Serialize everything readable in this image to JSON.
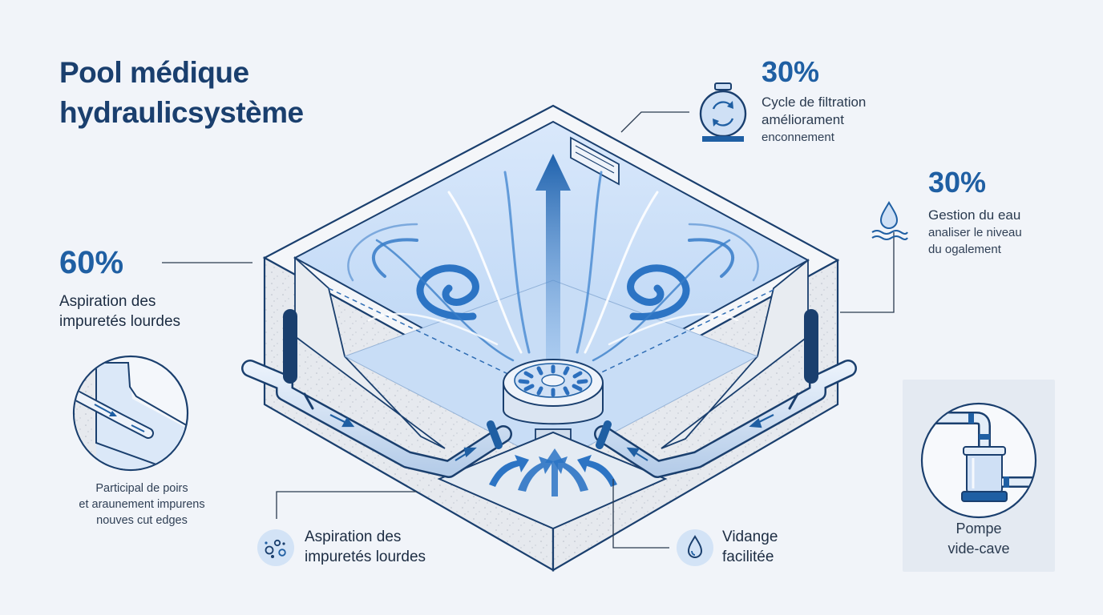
{
  "title": {
    "line1": "Pool médique",
    "line2": "hydraulicsystème"
  },
  "callouts": {
    "filtration": {
      "value": "30%",
      "line1": "Cycle de filtration",
      "line2": "améliorament",
      "line3": "enconnement",
      "icon": "pump-cycle-icon"
    },
    "water_level": {
      "value": "30%",
      "line1": "Gestion du eau",
      "line2": "analiser le niveau",
      "line3": "du ogalement",
      "icon": "water-drop-waves-icon"
    },
    "suction": {
      "value": "60%",
      "line1": "Aspiration des",
      "line2": "impuretés lourdes"
    },
    "edges": {
      "line1": "Participal de poirs",
      "line2": "et arаunement impurens",
      "line3": "nouves cut edges"
    },
    "debris": {
      "line1": "Aspiration des",
      "line2": "impuretés lourdes",
      "icon": "debris-particles-icon"
    },
    "drain": {
      "line1": "Vidange",
      "line2": "facilitée",
      "icon": "water-drop-icon"
    },
    "pump": {
      "line1": "Pompe",
      "line2": "vide-cave",
      "icon": "sump-pump-icon"
    }
  },
  "colors": {
    "accent": "#1f5fa3",
    "outline": "#1a3f6e",
    "water": "#bcd7f5",
    "water_light": "#dbe9fa",
    "concrete": "#e4e8ee",
    "background": "#f1f4f9"
  }
}
